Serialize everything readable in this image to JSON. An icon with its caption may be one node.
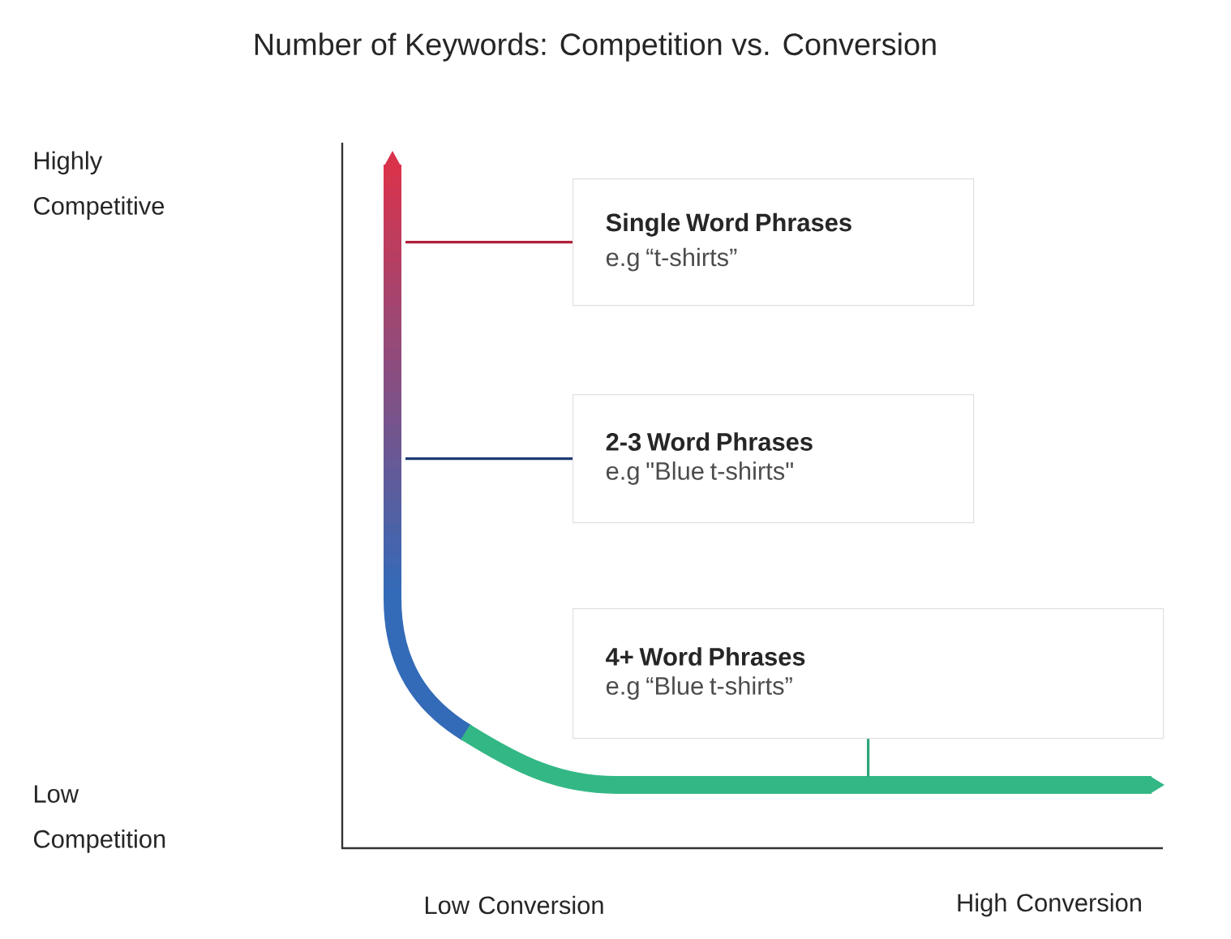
{
  "diagram": {
    "title": "Number of Keywords: Competition vs. Conversion",
    "nodes": [
      {
        "text": [
          "Single Word Phrases",
          "e.g “t-shirts”"
        ]
      },
      {
        "text": [
          "2-3 Word Phrases",
          "e.g \"Blue t-shirts\""
        ]
      },
      {
        "text": [
          "4+ Word Phrases",
          "e.g “Blue t-shirts”"
        ]
      }
    ],
    "edges": [
      {
        "from": 0,
        "to": null,
        "arrow": "none",
        "color": "#b0203a"
      },
      {
        "from": 1,
        "to": null,
        "arrow": "none",
        "color": "#1f3b73"
      },
      {
        "from": 2,
        "to": null,
        "arrow": "none",
        "color": "#2ea57a"
      }
    ],
    "labels": [
      "Highly Competitive",
      "Low Competition",
      "Low Conversion",
      "High Conversion"
    ]
  }
}
